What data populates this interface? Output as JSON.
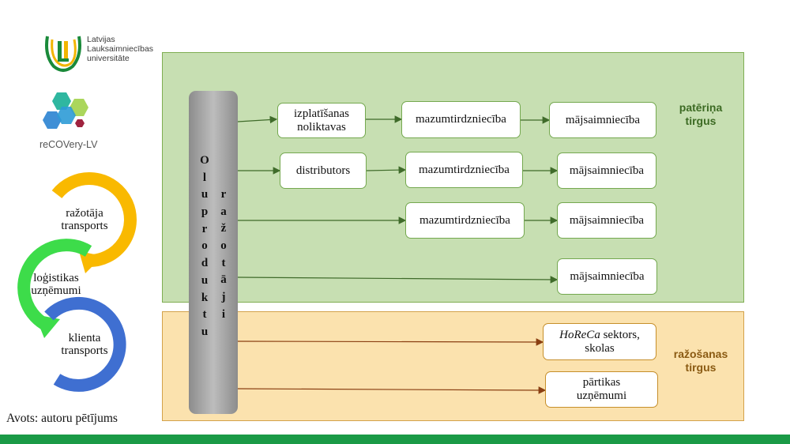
{
  "logos": {
    "llu_lines": [
      "Latvijas",
      "Lauksaimniecības",
      "universitāte"
    ],
    "recovery_text": "reCOVery-LV"
  },
  "cycle": {
    "items": [
      {
        "line1": "ražotāja",
        "line2": "transports",
        "color": "#f9b900"
      },
      {
        "line1": "loģistikas",
        "line2": "uzņēmumi",
        "color": "#3ddc4a"
      },
      {
        "line1": "klienta",
        "line2": "transports",
        "color": "#3f6fd1"
      }
    ]
  },
  "producer": {
    "column_left": [
      "O",
      "l",
      "u",
      "p",
      "r",
      "o",
      "d",
      "u",
      "k",
      "t",
      "u"
    ],
    "column_right": [
      "r",
      "a",
      "ž",
      "o",
      "t",
      "ā",
      "j",
      "i"
    ]
  },
  "markets": {
    "consumer": {
      "line1": "patēriņa",
      "line2": "tirgus",
      "color": "#3c6a23"
    },
    "production": {
      "line1": "ražošanas",
      "line2": "tirgus",
      "color": "#8a5a12"
    }
  },
  "flows": {
    "row1": {
      "warehouse_line1": "izplatīšanas",
      "warehouse_line2": "noliktavas",
      "retail": "mazumtirdzniecība",
      "household": "mājsaimniecība"
    },
    "row2": {
      "distributor": "distributors",
      "retail": "mazumtirdzniecība",
      "household": "mājsaimniecība"
    },
    "row3": {
      "retail": "mazumtirdzniecība",
      "household": "mājsaimniecība"
    },
    "row4": {
      "household": "mājsaimniecība"
    },
    "horeca": {
      "italic": "HoReCa",
      "rest": " sektors,",
      "line2": "skolas"
    },
    "food": {
      "line1": "pārtikas",
      "line2": "uzņēmumi"
    }
  },
  "source": "Avots: autoru pētījums",
  "colors": {
    "green_panel": "#c7dfb2",
    "orange_panel": "#fbe2ae",
    "green_arrow": "#3f6b2a",
    "orange_arrow": "#8a3f12",
    "bottom_bar": "#1a9a46"
  }
}
